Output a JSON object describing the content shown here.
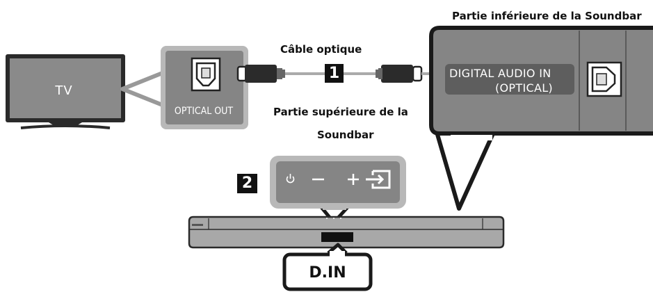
{
  "tv": {
    "label": "TV"
  },
  "tv_port": {
    "label": "OPTICAL OUT"
  },
  "cable": {
    "label": "Câble optique",
    "step": "1"
  },
  "soundbar_top": {
    "label_line1": "Partie supérieure de la",
    "label_line2": "Soundbar",
    "step": "2"
  },
  "soundbar_bottom": {
    "label": "Partie inférieure de la Soundbar",
    "port_line1": "DIGITAL AUDIO IN",
    "port_line2": "(OPTICAL)"
  },
  "soundbar": {
    "input_label": "D.IN"
  },
  "icons": {
    "power": "power-icon",
    "minus": "minus-icon",
    "plus": "plus-icon",
    "source": "source-icon"
  },
  "colors": {
    "panel": "#858585",
    "panel_dark": "#6e6e6e",
    "frame": "#1a1a1a",
    "soundbar": "#a8a8a8"
  }
}
